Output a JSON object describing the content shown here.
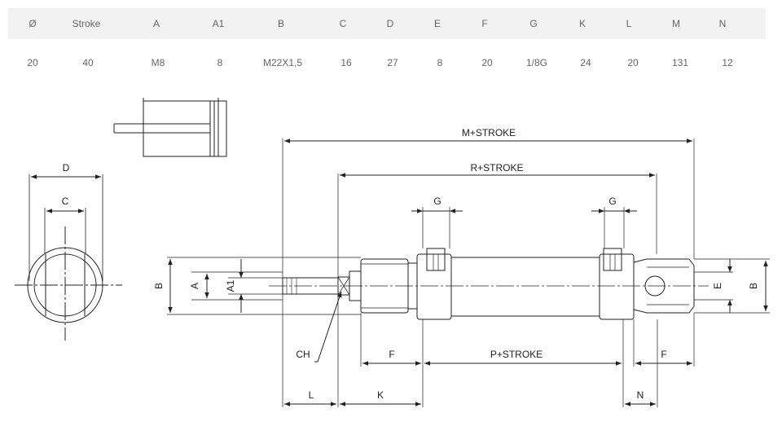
{
  "table": {
    "headers": [
      "Ø",
      "Stroke",
      "A",
      "A1",
      "B",
      "C",
      "D",
      "E",
      "F",
      "G",
      "K",
      "L",
      "M",
      "N"
    ],
    "values": [
      "20",
      "40",
      "M8",
      "8",
      "M22X1,5",
      "16",
      "27",
      "8",
      "20",
      "1/8G",
      "24",
      "20",
      "131",
      "12"
    ]
  },
  "drawing": {
    "labels": {
      "m_stroke": "M+STROKE",
      "r_stroke": "R+STROKE",
      "g_left": "G",
      "g_right": "G",
      "d": "D",
      "c": "C",
      "b_left": "B",
      "a": "A",
      "a1": "A1",
      "e": "E",
      "b_right": "B",
      "ch": "CH",
      "f_left": "F",
      "p_stroke": "P+STROKE",
      "f_right": "F",
      "l": "L",
      "k": "K",
      "n": "N"
    }
  }
}
